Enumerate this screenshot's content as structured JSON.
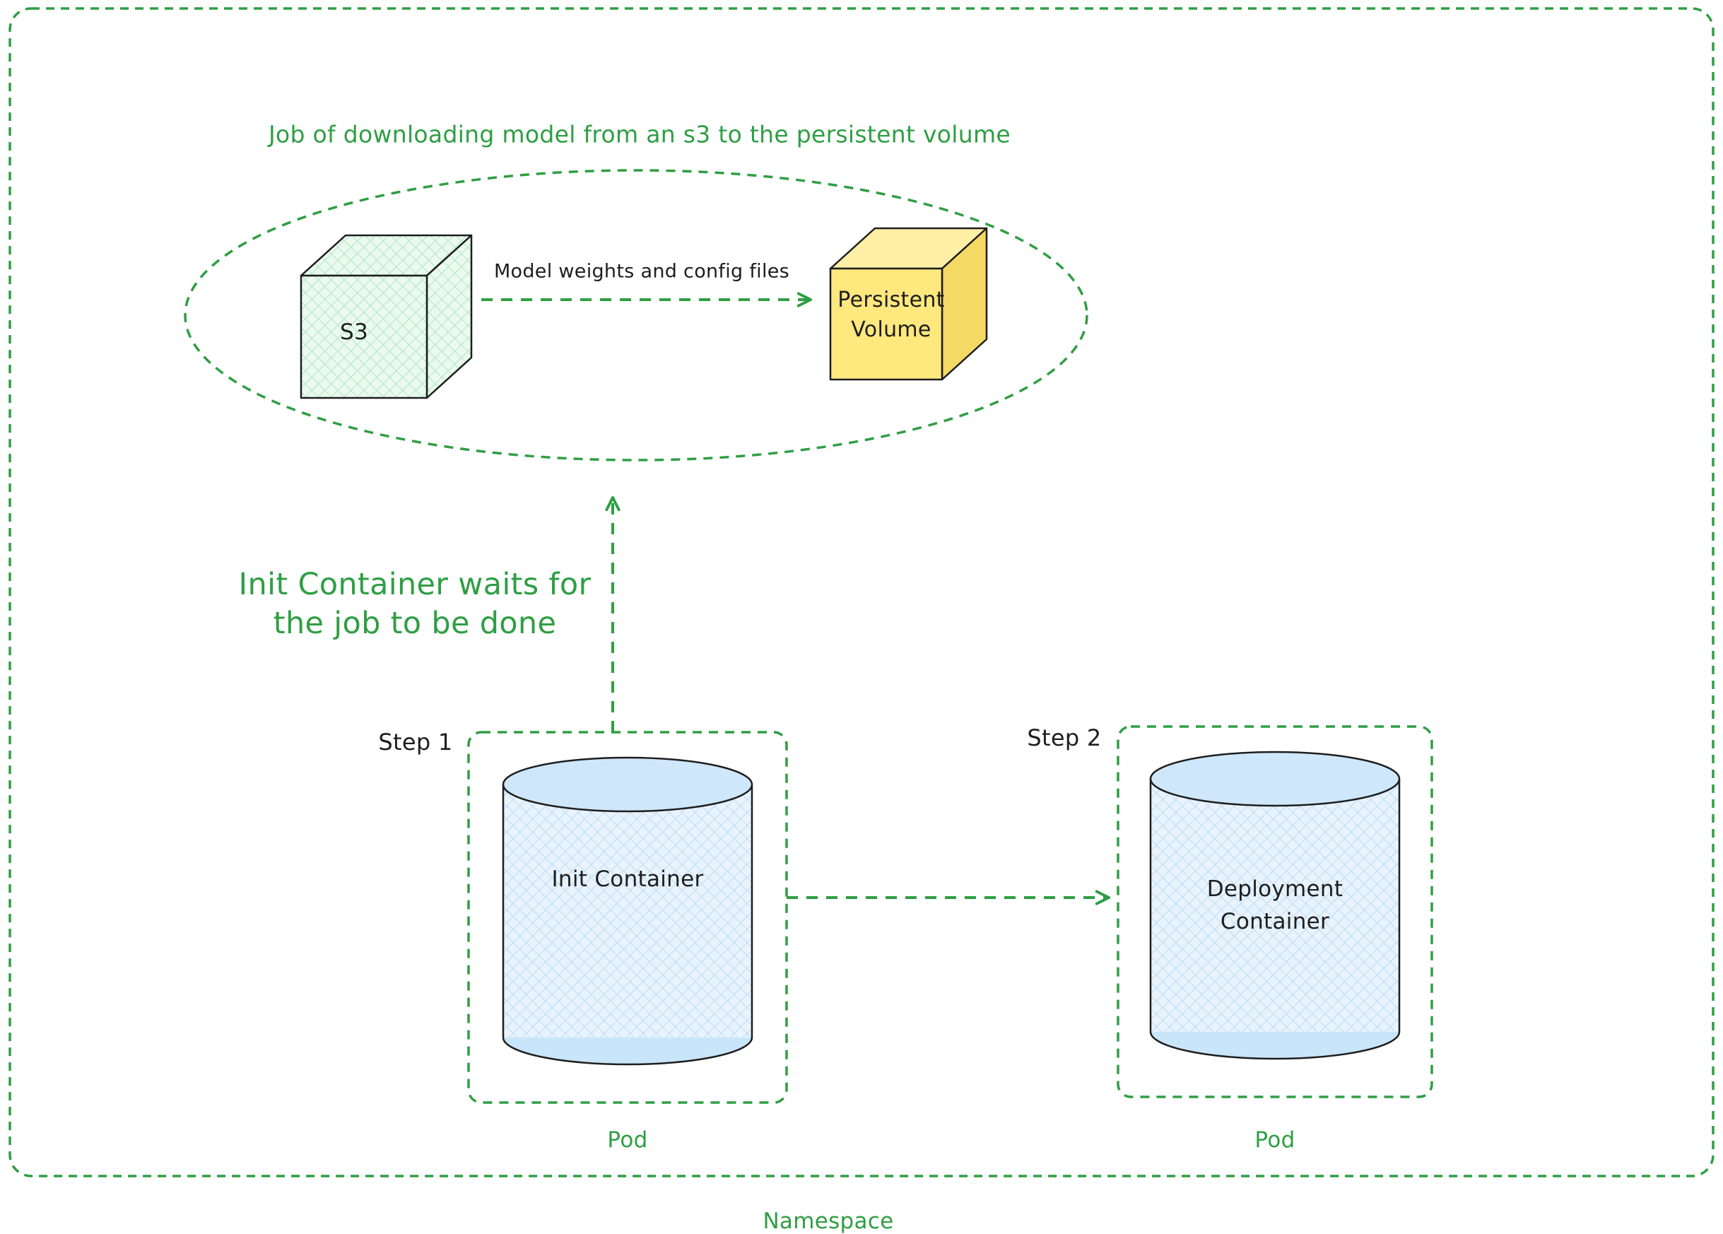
{
  "diagram_colors": {
    "accent_green": "#2f9e44",
    "ink": "#1e1e1e",
    "s3_cube_fill": "#d3f9d8",
    "persistent_volume_fill": "#ffe87e",
    "container_cylinder_fill": "#d0ebff"
  },
  "job_group": {
    "title": "Job of downloading model from an s3 to the persistent volume",
    "s3_label": "S3",
    "transfer_arrow_label": "Model weights and config files",
    "persistent_volume_line1": "Persistent",
    "persistent_volume_line2": "Volume"
  },
  "wait_note": {
    "line1": "Init Container waits for",
    "line2": "the job to be done"
  },
  "step1": {
    "step_label": "Step 1",
    "container_label": "Init Container",
    "pod_label": "Pod"
  },
  "step2": {
    "step_label": "Step 2",
    "container_line1": "Deployment",
    "container_line2": "Container",
    "pod_label": "Pod"
  },
  "namespace_label": "Namespace"
}
